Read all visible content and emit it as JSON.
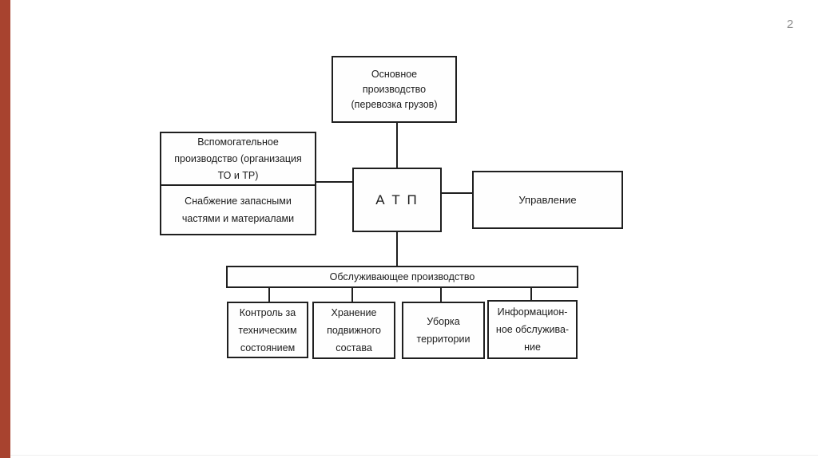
{
  "page": {
    "number": "2",
    "colors": {
      "accent_bar": "#a8432f",
      "background": "#ffffff",
      "diagram_ink": "#1f1f1f",
      "page_number": "#8c8c8c"
    }
  },
  "diagram": {
    "nodes": {
      "main_production": {
        "lines": [
          "Основное",
          "производство",
          "(перевозка грузов)"
        ]
      },
      "auxiliary_production": {
        "lines": [
          "Вспомогательное",
          "производство (организация",
          "ТО и ТР)"
        ]
      },
      "supply": {
        "lines": [
          "Снабжение запасными",
          "частями и материалами"
        ]
      },
      "atp": {
        "label": "А Т П"
      },
      "management": {
        "label": "Управление"
      },
      "service_production": {
        "label": "Обслуживающее производство"
      },
      "technical_control": {
        "lines": [
          "Контроль за",
          "техническим",
          "состоянием"
        ]
      },
      "vehicle_storage": {
        "lines": [
          "Хранение",
          "подвижного",
          "состава"
        ]
      },
      "territory_cleaning": {
        "lines": [
          "Уборка",
          "территории"
        ]
      },
      "information_service": {
        "lines": [
          "Информацион-",
          "ное обслужива-",
          "ние"
        ]
      }
    }
  }
}
